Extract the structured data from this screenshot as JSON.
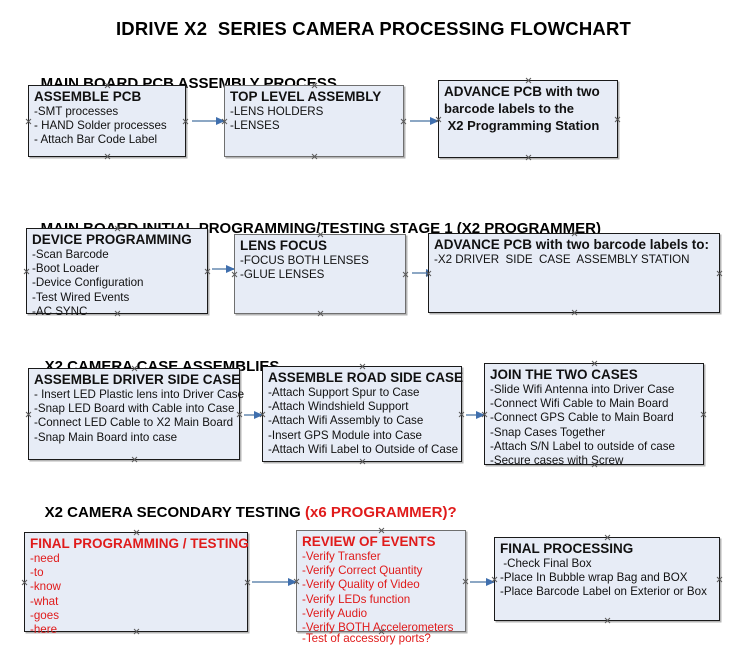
{
  "title": "IDRIVE X2  SERIES CAMERA PROCESSING FLOWCHART",
  "colors": {
    "box_fill": "#e7ecf6",
    "box_border": "#1a1a1a",
    "text": "#111111",
    "accent_red": "#e01b1b",
    "connector": "#8ca7c4",
    "arrow_head": "#3f6fae"
  },
  "sections": [
    {
      "heading": "MAIN BOARD PCB ASSEMBLY PROCESS",
      "heading_accent": "",
      "boxes": [
        {
          "title": "ASSEMBLE PCB",
          "lines": [
            "-SMT processes",
            "- HAND Solder processes",
            "- Attach Bar Code Label"
          ]
        },
        {
          "title": "TOP LEVEL ASSEMBLY",
          "lines": [
            "-LENS HOLDERS",
            "-LENSES"
          ]
        },
        {
          "title": "ADVANCE PCB with two",
          "lines": [
            "barcode labels to the",
            " X2 Programming Station"
          ]
        }
      ]
    },
    {
      "heading": "MAIN BOARD INITIAL PROGRAMMING/TESTING STAGE 1 (X2 PROGRAMMER)",
      "heading_accent": "",
      "boxes": [
        {
          "title": "DEVICE PROGRAMMING",
          "lines": [
            "-Scan Barcode",
            "-Boot Loader",
            "-Device Configuration",
            "-Test Wired Events",
            "-AC SYNC"
          ]
        },
        {
          "title": "LENS FOCUS",
          "lines": [
            "-FOCUS BOTH LENSES",
            "-GLUE LENSES"
          ]
        },
        {
          "title": "ADVANCE PCB with two barcode labels to:",
          "lines": [
            "-X2 DRIVER  SIDE  CASE  ASSEMBLY STATION"
          ]
        }
      ]
    },
    {
      "heading": "X2 CAMERA CASE ASSEMBLIES",
      "heading_accent": "",
      "boxes": [
        {
          "title": "ASSEMBLE DRIVER SIDE CASE",
          "lines": [
            "- Insert LED Plastic lens into Driver Case",
            "-Snap LED Board with Cable into Case",
            "-Connect LED Cable to X2 Main Board",
            "-Snap Main Board into case"
          ]
        },
        {
          "title": "ASSEMBLE ROAD SIDE CASE",
          "lines": [
            "-Attach Support Spur to Case",
            "-Attach Windshield Support",
            "-Attach Wifi Assembly to Case",
            "-Insert GPS Module into Case",
            "-Attach Wifi Label to Outside of Case"
          ]
        },
        {
          "title": "JOIN THE TWO CASES",
          "lines": [
            "-Slide Wifi Antenna into Driver Case",
            "-Connect Wifi Cable to Main Board",
            "-Connect GPS Cable to Main Board",
            "-Snap Cases Together",
            "-Attach S/N Label to outside of case",
            "-Secure cases with Screw"
          ]
        }
      ]
    },
    {
      "heading": "X2 CAMERA SECONDARY TESTING ",
      "heading_accent": "(x6 PROGRAMMER)?",
      "boxes": [
        {
          "title": "FINAL PROGRAMMING / TESTING",
          "lines": [
            "-need",
            "-to",
            "-know",
            "-what",
            "-goes",
            "-here"
          ]
        },
        {
          "title": "REVIEW OF EVENTS",
          "lines": [
            "-Verify Transfer",
            "-Verify Correct Quantity",
            "-Verify Quality of Video",
            "-Verify LEDs function",
            "-Verify Audio",
            "-Verify BOTH Accelerometers"
          ],
          "overflow_line": "-Test of accessory ports?"
        },
        {
          "title": "FINAL PROCESSING",
          "lines": [
            " -Check Final Box",
            "-Place In Bubble wrap Bag and BOX",
            "-Place Barcode Label on Exterior or Box"
          ]
        }
      ]
    }
  ]
}
